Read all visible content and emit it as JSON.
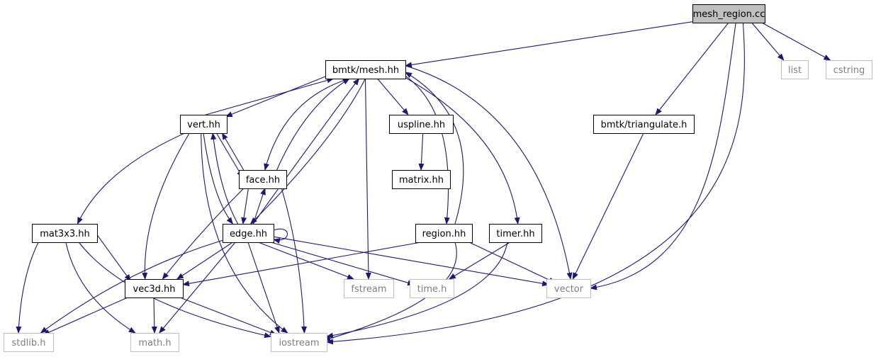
{
  "diagram": {
    "colors": {
      "edge": "#191970",
      "root_fill": "#bfbfbf",
      "root_border": "#000000",
      "local_border": "#000000",
      "system_border": "#bfbfbf",
      "local_text": "#000000",
      "system_text": "#7f7f7f"
    },
    "nodes": [
      {
        "id": "mesh_region",
        "label": "mesh_region.cc",
        "kind": "root"
      },
      {
        "id": "bmtk_mesh",
        "label": "bmtk/mesh.hh",
        "kind": "local"
      },
      {
        "id": "list",
        "label": "list",
        "kind": "system"
      },
      {
        "id": "cstring",
        "label": "cstring",
        "kind": "system"
      },
      {
        "id": "vert",
        "label": "vert.hh",
        "kind": "local"
      },
      {
        "id": "uspline",
        "label": "uspline.hh",
        "kind": "local"
      },
      {
        "id": "triangulate",
        "label": "bmtk/triangulate.h",
        "kind": "local"
      },
      {
        "id": "face",
        "label": "face.hh",
        "kind": "local"
      },
      {
        "id": "matrix",
        "label": "matrix.hh",
        "kind": "local"
      },
      {
        "id": "mat3x3",
        "label": "mat3x3.hh",
        "kind": "local"
      },
      {
        "id": "edge",
        "label": "edge.hh",
        "kind": "local"
      },
      {
        "id": "region",
        "label": "region.hh",
        "kind": "local"
      },
      {
        "id": "timer",
        "label": "timer.hh",
        "kind": "local"
      },
      {
        "id": "vec3d",
        "label": "vec3d.hh",
        "kind": "local"
      },
      {
        "id": "fstream",
        "label": "fstream",
        "kind": "system"
      },
      {
        "id": "time_h",
        "label": "time.h",
        "kind": "system"
      },
      {
        "id": "vector",
        "label": "vector",
        "kind": "system"
      },
      {
        "id": "stdlib",
        "label": "stdlib.h",
        "kind": "system"
      },
      {
        "id": "math",
        "label": "math.h",
        "kind": "system"
      },
      {
        "id": "iostream",
        "label": "iostream",
        "kind": "system"
      }
    ],
    "edges": [
      {
        "from": "mesh_region",
        "to": "bmtk_mesh"
      },
      {
        "from": "mesh_region",
        "to": "list"
      },
      {
        "from": "mesh_region",
        "to": "cstring"
      },
      {
        "from": "mesh_region",
        "to": "triangulate"
      },
      {
        "from": "mesh_region",
        "to": "vector"
      },
      {
        "from": "mesh_region",
        "to": "iostream"
      },
      {
        "from": "bmtk_mesh",
        "to": "vert"
      },
      {
        "from": "bmtk_mesh",
        "to": "face"
      },
      {
        "from": "bmtk_mesh",
        "to": "edge"
      },
      {
        "from": "bmtk_mesh",
        "to": "uspline"
      },
      {
        "from": "bmtk_mesh",
        "to": "fstream"
      },
      {
        "from": "bmtk_mesh",
        "to": "region"
      },
      {
        "from": "bmtk_mesh",
        "to": "timer"
      },
      {
        "from": "bmtk_mesh",
        "to": "vector"
      },
      {
        "from": "vert",
        "to": "bmtk_mesh"
      },
      {
        "from": "vert",
        "to": "face"
      },
      {
        "from": "vert",
        "to": "edge"
      },
      {
        "from": "vert",
        "to": "mat3x3"
      },
      {
        "from": "vert",
        "to": "vec3d"
      },
      {
        "from": "vert",
        "to": "iostream"
      },
      {
        "from": "face",
        "to": "bmtk_mesh"
      },
      {
        "from": "face",
        "to": "vert"
      },
      {
        "from": "face",
        "to": "edge"
      },
      {
        "from": "face",
        "to": "vec3d"
      },
      {
        "from": "face",
        "to": "iostream"
      },
      {
        "from": "edge",
        "to": "bmtk_mesh"
      },
      {
        "from": "edge",
        "to": "vert"
      },
      {
        "from": "edge",
        "to": "face"
      },
      {
        "from": "edge",
        "to": "edge"
      },
      {
        "from": "edge",
        "to": "vec3d"
      },
      {
        "from": "edge",
        "to": "fstream"
      },
      {
        "from": "edge",
        "to": "time_h"
      },
      {
        "from": "edge",
        "to": "vector"
      },
      {
        "from": "edge",
        "to": "stdlib"
      },
      {
        "from": "edge",
        "to": "math"
      },
      {
        "from": "edge",
        "to": "iostream"
      },
      {
        "from": "uspline",
        "to": "matrix"
      },
      {
        "from": "triangulate",
        "to": "vector"
      },
      {
        "from": "region",
        "to": "bmtk_mesh"
      },
      {
        "from": "region",
        "to": "vec3d"
      },
      {
        "from": "region",
        "to": "vector"
      },
      {
        "from": "region",
        "to": "iostream"
      },
      {
        "from": "timer",
        "to": "time_h"
      },
      {
        "from": "timer",
        "to": "iostream"
      },
      {
        "from": "mat3x3",
        "to": "vec3d"
      },
      {
        "from": "mat3x3",
        "to": "stdlib"
      },
      {
        "from": "mat3x3",
        "to": "math"
      },
      {
        "from": "mat3x3",
        "to": "iostream"
      },
      {
        "from": "vec3d",
        "to": "stdlib"
      },
      {
        "from": "vec3d",
        "to": "math"
      },
      {
        "from": "vec3d",
        "to": "iostream"
      }
    ]
  }
}
